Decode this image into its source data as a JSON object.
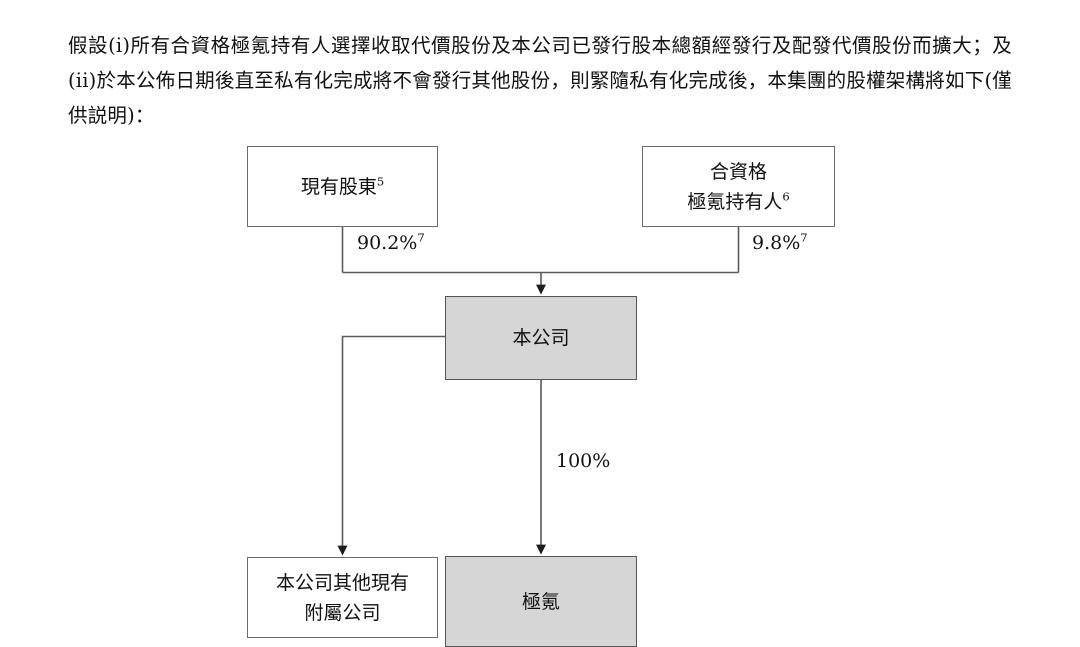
{
  "document": {
    "paragraph": "假設(i)所有合資格極氪持有人選擇收取代價股份及本公司已發行股本總額經發行及配發代價股份而擴大；及(ii)於本公佈日期後直至私有化完成將不會發行其他股份，則緊隨私有化完成後，本集團的股權架構將如下(僅供説明)："
  },
  "chart_data": {
    "type": "diagram",
    "title": "",
    "nodes": [
      {
        "id": "existing-shareholders",
        "label": "現有股東",
        "footnote": "5",
        "fill": "#ffffff",
        "shape": "rect"
      },
      {
        "id": "eligible-holders",
        "label_line1": "合資格",
        "label_line2": "極氪持有人",
        "footnote": "6",
        "fill": "#ffffff",
        "shape": "rect"
      },
      {
        "id": "company",
        "label": "本公司",
        "footnote": "",
        "fill": "#d6d6d6",
        "shape": "rect"
      },
      {
        "id": "other-subsidiaries",
        "label_line1": "本公司其他現有",
        "label_line2": "附屬公司",
        "footnote": "",
        "fill": "#ffffff",
        "shape": "rect"
      },
      {
        "id": "zeekr",
        "label": "極氪",
        "footnote": "",
        "fill": "#d6d6d6",
        "shape": "rect"
      }
    ],
    "edges": [
      {
        "from": "existing-shareholders",
        "to": "company",
        "value": "90.2%",
        "footnote": "7"
      },
      {
        "from": "eligible-holders",
        "to": "company",
        "value": "9.8%",
        "footnote": "7"
      },
      {
        "from": "company",
        "to": "zeekr",
        "value": "100%",
        "footnote": ""
      },
      {
        "from": "company",
        "to": "other-subsidiaries",
        "value": "",
        "footnote": ""
      }
    ],
    "line_color": "#5a5a5a",
    "box_border_color": "#6b6b6b",
    "fill_color": "#d6d6d6"
  }
}
